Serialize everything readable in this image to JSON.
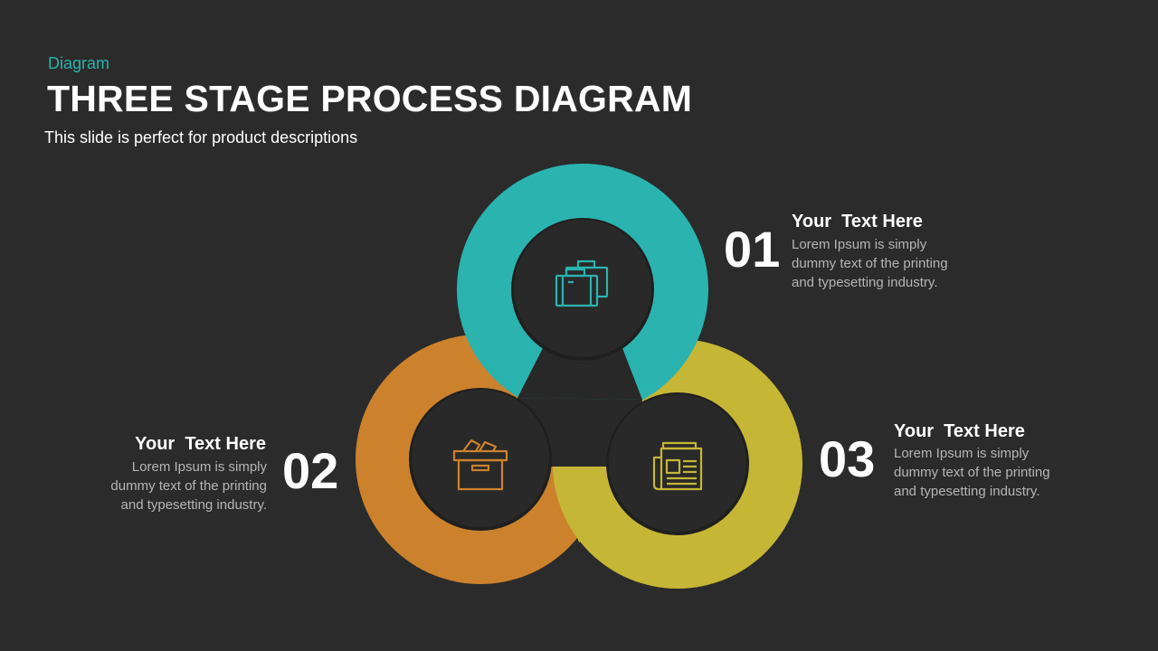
{
  "header": {
    "category": "Diagram",
    "title": "THREE STAGE PROCESS DIAGRAM",
    "subtitle": "This slide is perfect for product descriptions"
  },
  "colors": {
    "background": "#2b2b2b",
    "stage1": "#2bb3b0",
    "stage2": "#cc822c",
    "stage3": "#c6b636",
    "inner": "#262626"
  },
  "stages": [
    {
      "number": "01",
      "heading": "Your  Text Here",
      "body": [
        "Lorem Ipsum  is simply",
        "dummy  text  of the printing",
        "and typesetting  industry."
      ],
      "icon": "briefcases-icon"
    },
    {
      "number": "02",
      "heading": "Your  Text Here",
      "body": [
        "Lorem Ipsum  is simply",
        "dummy  text  of the printing",
        "and typesetting  industry."
      ],
      "icon": "donation-box-icon"
    },
    {
      "number": "03",
      "heading": "Your  Text Here",
      "body": [
        "Lorem Ipsum  is simply",
        "dummy  text  of the printing",
        "and typesetting  industry."
      ],
      "icon": "newspaper-icon"
    }
  ]
}
